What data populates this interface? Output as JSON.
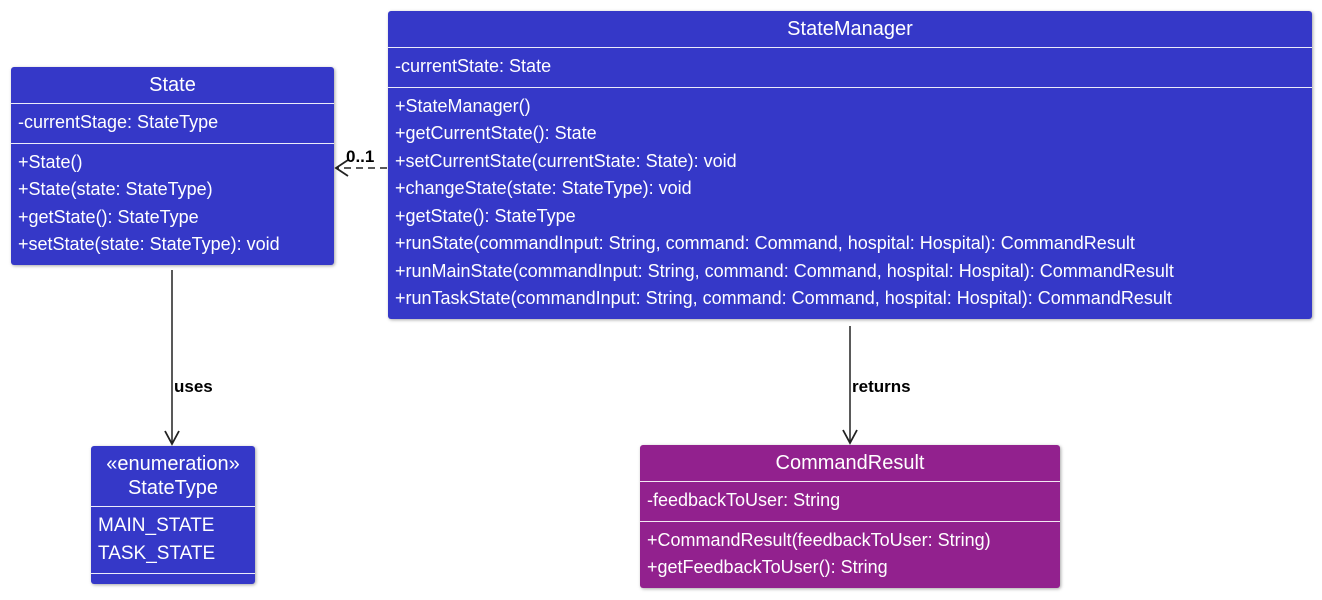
{
  "colors": {
    "class_fill": "#3538C8",
    "result_fill": "#92218E",
    "line": "#222222"
  },
  "classes": {
    "state": {
      "name": "State",
      "attributes": [
        "-currentStage: StateType"
      ],
      "methods": [
        "+State()",
        "+State(state: StateType)",
        "+getState(): StateType",
        "+setState(state: StateType): void"
      ]
    },
    "state_manager": {
      "name": "StateManager",
      "attributes": [
        "-currentState: State"
      ],
      "methods": [
        "+StateManager()",
        "+getCurrentState(): State",
        "+setCurrentState(currentState: State): void",
        "+changeState(state: StateType): void",
        "+getState(): StateType",
        "+runState(commandInput: String, command: Command, hospital: Hospital): CommandResult",
        "+runMainState(commandInput: String, command: Command, hospital: Hospital): CommandResult",
        "+runTaskState(commandInput: String, command: Command, hospital: Hospital): CommandResult"
      ]
    },
    "state_type": {
      "stereotype": "«enumeration»",
      "name": "StateType",
      "values": [
        "MAIN_STATE",
        "TASK_STATE"
      ]
    },
    "command_result": {
      "name": "CommandResult",
      "attributes": [
        "-feedbackToUser: String"
      ],
      "methods": [
        "+CommandResult(feedbackToUser: String)",
        "+getFeedbackToUser(): String"
      ]
    }
  },
  "relations": {
    "manager_to_state": {
      "multiplicity": "0..1"
    },
    "state_to_statetype": {
      "label": "uses"
    },
    "manager_to_result": {
      "label": "returns"
    }
  }
}
